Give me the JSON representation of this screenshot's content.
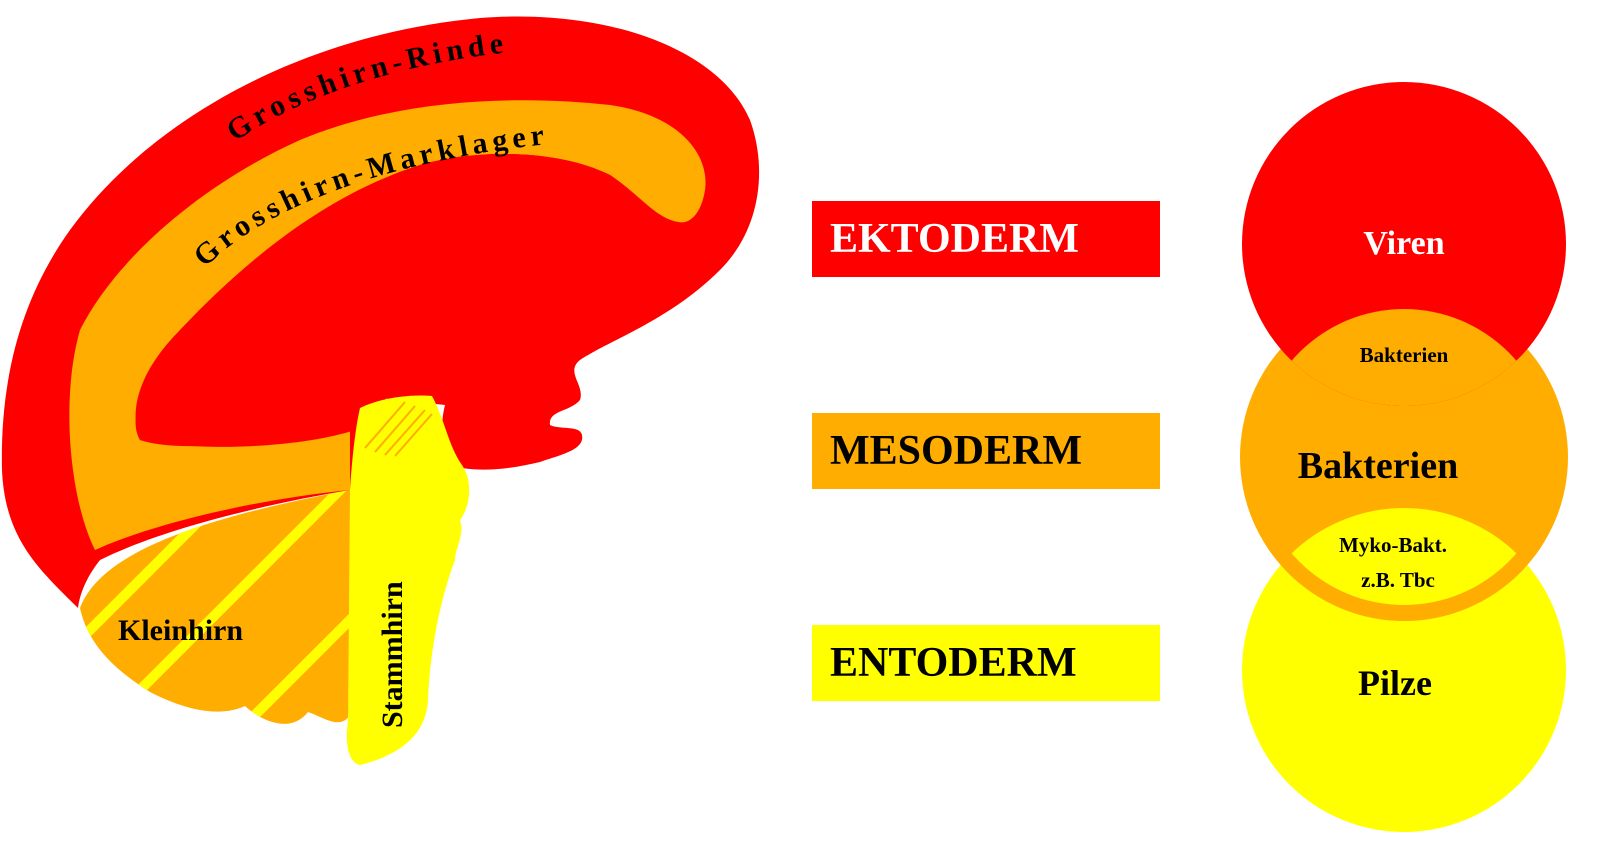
{
  "colors": {
    "red": "#ff0000",
    "orange": "#ffad00",
    "yellow": "#ffff00",
    "white": "#ffffff",
    "black": "#000000"
  },
  "brain": {
    "cortex_label": "Grosshirn-Rinde",
    "white_matter_label": "Grosshirn-Marklager",
    "cerebellum_label": "Kleinhirn",
    "brainstem_label": "Stammhirn"
  },
  "germ_layers": [
    {
      "label": "EKTODERM",
      "color": "#ff0000",
      "text_color": "#ffffff"
    },
    {
      "label": "MESODERM",
      "color": "#ffad00",
      "text_color": "#000000"
    },
    {
      "label": "ENTODERM",
      "color": "#ffff00",
      "text_color": "#000000"
    }
  ],
  "pathogens": {
    "viruses": "Viren",
    "bacteria_overlap": "Bakterien",
    "bacteria": "Bakterien",
    "myco_line1": "Myko-Bakt.",
    "myco_line2": "z.B. Tbc",
    "fungi": "Pilze"
  }
}
